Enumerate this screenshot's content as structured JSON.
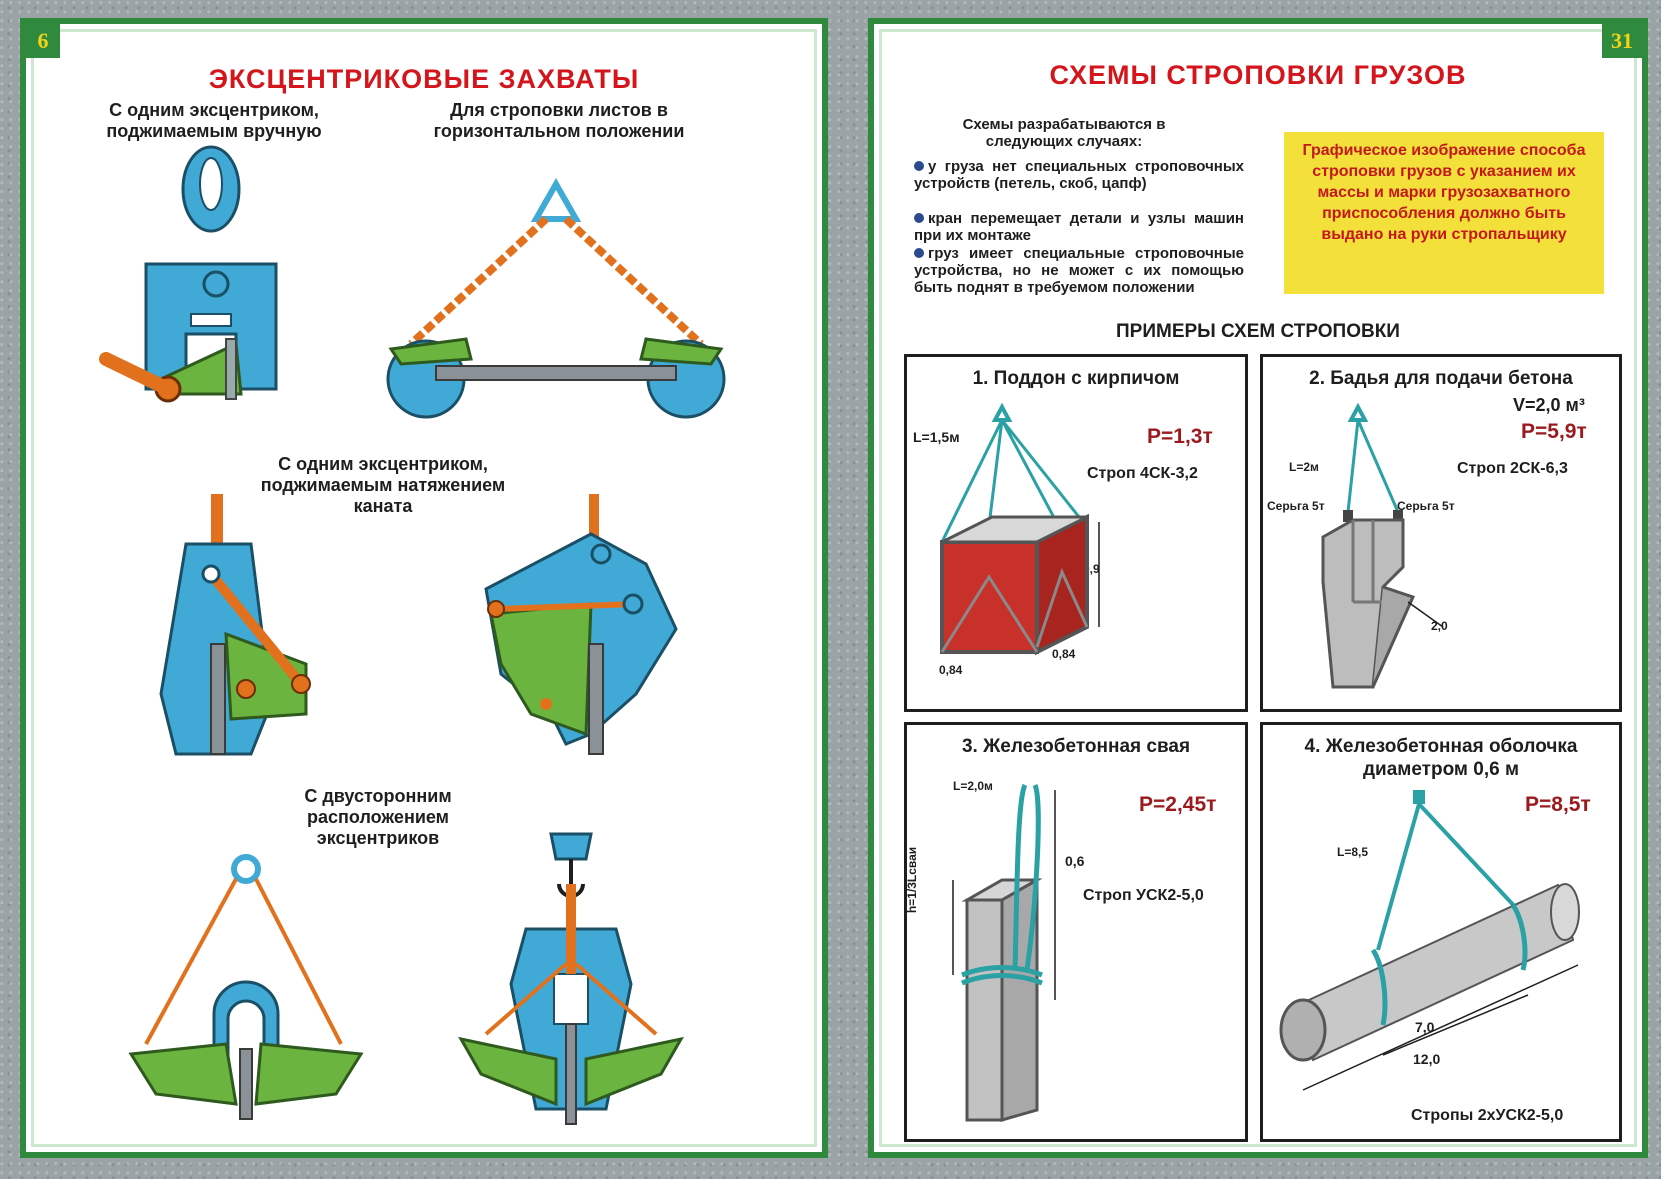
{
  "left_page": {
    "page_number": "6",
    "title": "Эксцентриковые захваты",
    "captions": {
      "manual": "С одним эксцентриком, поджимаемым вручную",
      "horizontal": "Для строповки листов в горизонтальном положении",
      "rope": "С одним эксцентриком, поджимаемым натяжением каната",
      "double": "С двусторонним расположением эксцентриков"
    }
  },
  "right_page": {
    "page_number": "31",
    "title": "Схемы строповки грузов",
    "intro": "Схемы разрабатываются в следующих случаях:",
    "bullets": [
      "у груза нет специальных строповочных устройств (петель, скоб, цапф)",
      "кран перемещает детали и узлы машин при их монтаже",
      "груз имеет специальные строповочные устройства, но не может с их помощью быть поднят в требуемом положении"
    ],
    "note": "Графическое изображение способа строповки грузов с указанием их массы и марки грузозахватного приспособления должно быть выдано на руки стропальщику",
    "examples_heading": "ПРИМЕРЫ СХЕМ СТРОПОВКИ",
    "examples": [
      {
        "title": "1. Поддон с кирпичом",
        "mass": "Р=1,3т",
        "strop": "Строп 4СК-3,2",
        "sling_length": "L=1,5м",
        "dims": [
          "0,9",
          "0,84",
          "0,84"
        ]
      },
      {
        "title": "2. Бадья для подачи бетона",
        "volume": "V=2,0 м³",
        "mass": "Р=5,9т",
        "strop": "Строп 2СК-6,3",
        "sling_length": "L=2м",
        "shackle_left": "Серьга 5т",
        "shackle_right": "Серьга 5т",
        "dims": [
          "2,0"
        ]
      },
      {
        "title": "3. Железобетонная свая",
        "mass": "Р=2,45т",
        "strop": "Строп УСК2-5,0",
        "sling_length": "L=2,0м",
        "dims": [
          "0,6",
          "h=1/3Lсваи"
        ]
      },
      {
        "title": "4. Железобетонная оболочка диаметром 0,6 м",
        "mass": "Р=8,5т",
        "strop": "Стропы 2хУСК2-5,0",
        "sling_length": "L=8,5",
        "dims": [
          "7,0",
          "12,0"
        ]
      }
    ]
  },
  "colors": {
    "frame": "#2f8a3d",
    "title": "#d4161c",
    "mass": "#9a1a1e",
    "note_bg": "#f4e03a",
    "clamp_blue": "#41a9d6",
    "clamp_green": "#6bb43f",
    "handle_orange": "#e2711d"
  }
}
